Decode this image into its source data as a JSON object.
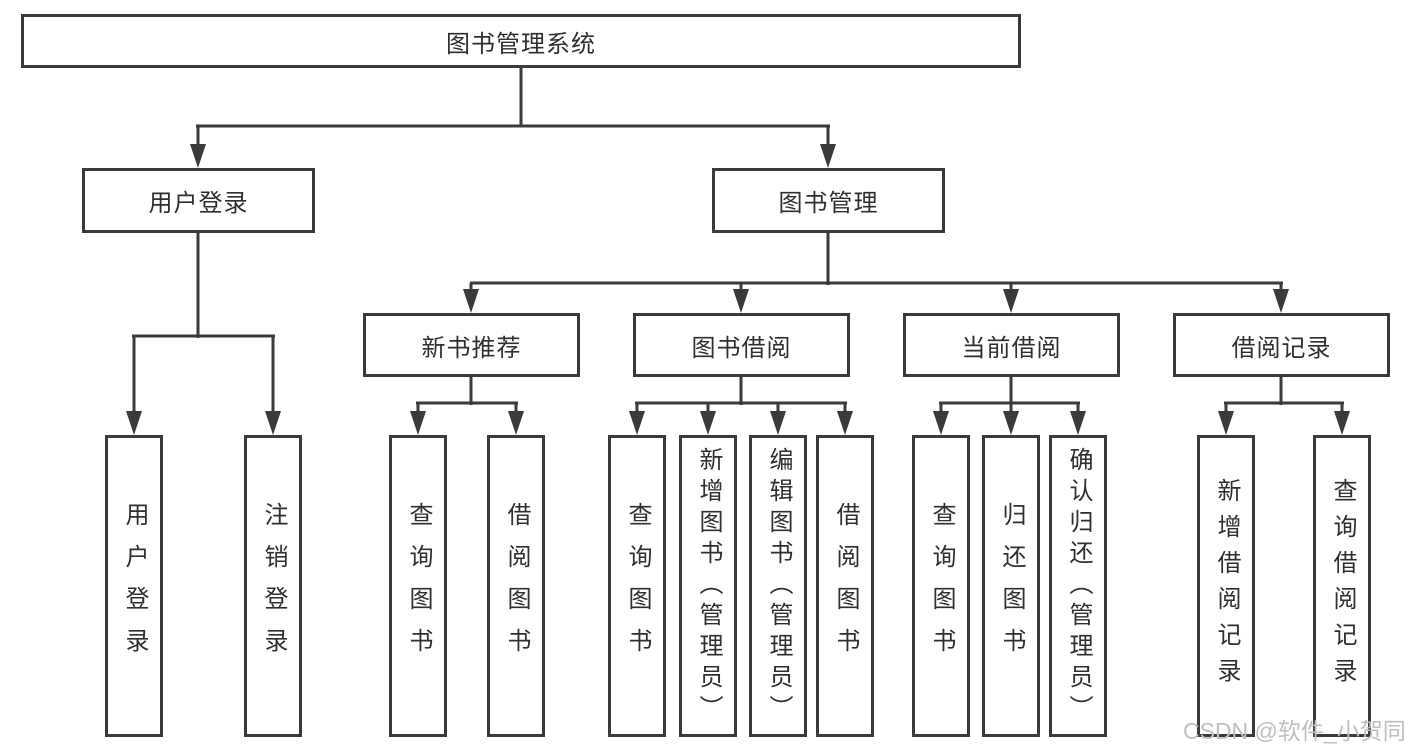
{
  "diagram": {
    "root": {
      "label": "图书管理系统"
    },
    "level2": [
      {
        "label": "用户登录"
      },
      {
        "label": "图书管理"
      }
    ],
    "level3": [
      {
        "label": "新书推荐"
      },
      {
        "label": "图书借阅"
      },
      {
        "label": "当前借阅"
      },
      {
        "label": "借阅记录"
      }
    ],
    "leaves": {
      "user_login": [
        "用户登录",
        "注销登录"
      ],
      "new_book": [
        "查询图书",
        "借阅图书"
      ],
      "book_borrow": [
        "查询图书",
        "新增图书（管理员）",
        "编辑图书（管理员）",
        "借阅图书"
      ],
      "current_borrow": [
        "查询图书",
        "归还图书",
        "确认归还（管理员）"
      ],
      "borrow_records": [
        "新增借阅记录",
        "查询借阅记录"
      ]
    }
  },
  "watermark": "CSDN @软件_小贺同学",
  "colors": {
    "line": "#3a3a3a",
    "text": "#2f2f2f",
    "watermark": "#bfbfbf"
  }
}
